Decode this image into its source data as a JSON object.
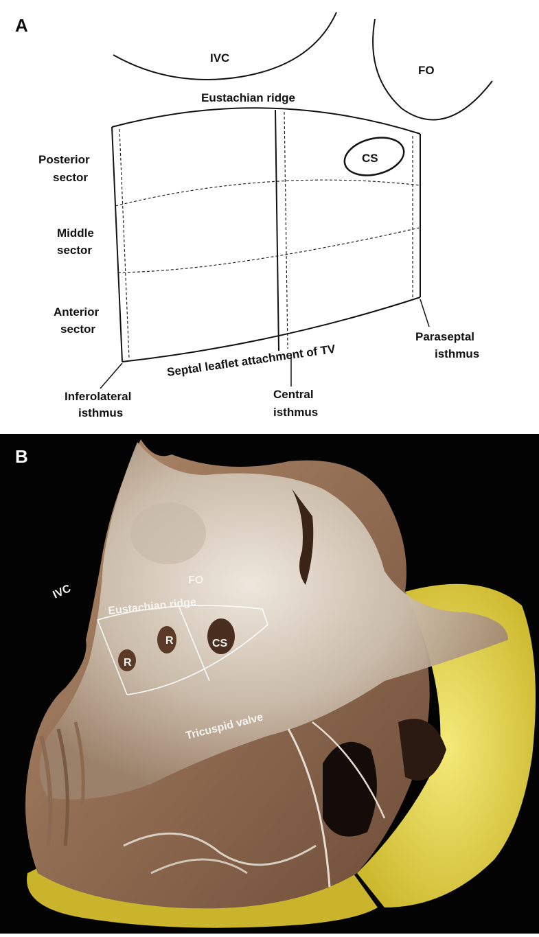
{
  "figure": {
    "panel_a": {
      "panel_label": "A",
      "structures": {
        "ivc": "IVC",
        "fo": "FO",
        "cs": "CS"
      },
      "ridge_label": "Eustachian ridge",
      "sectors": {
        "posterior": [
          "Posterior",
          "sector"
        ],
        "middle": [
          "Middle",
          "sector"
        ],
        "anterior": [
          "Anterior",
          "sector"
        ]
      },
      "tv_label": "Septal leaflet attachment of TV",
      "isthmus": {
        "inferolateral": [
          "Inferolateral",
          "isthmus"
        ],
        "central": [
          "Central",
          "isthmus"
        ],
        "paraseptal": [
          "Paraseptal",
          "isthmus"
        ]
      }
    },
    "panel_b": {
      "panel_label": "B",
      "labels": {
        "ivc": "IVC",
        "fo": "FO",
        "ridge": "Eustachian ridge",
        "r1": "R",
        "r2": "R",
        "cs": "CS",
        "tv": "Tricuspid valve"
      }
    }
  }
}
